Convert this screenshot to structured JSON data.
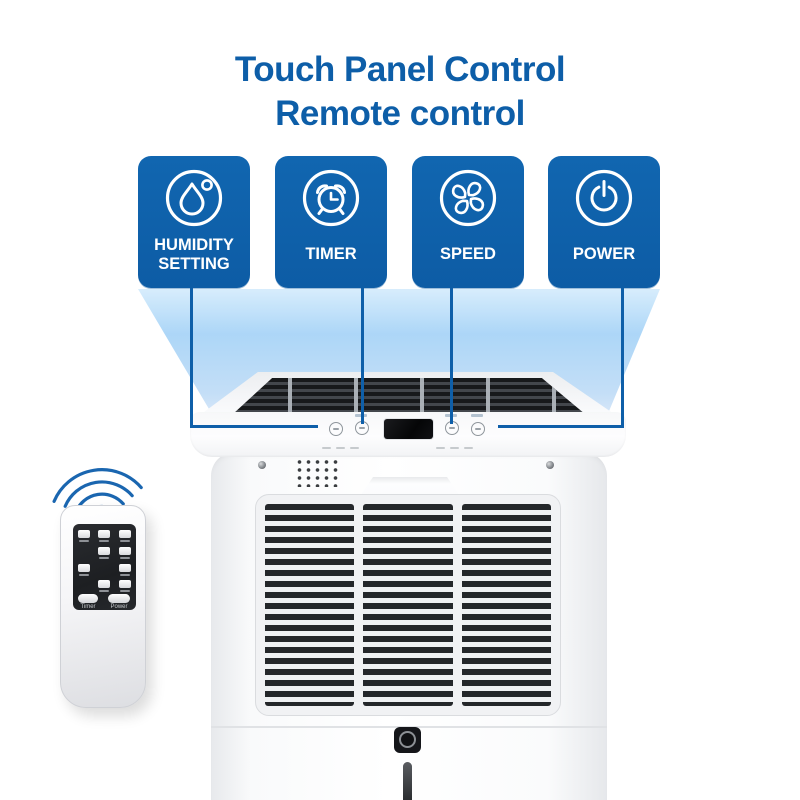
{
  "title": {
    "line1": "Touch Panel Control",
    "line2": "Remote control"
  },
  "features": [
    {
      "label": "HUMIDITY SETTING",
      "icon": "water-drop-icon"
    },
    {
      "label": "TIMER",
      "icon": "alarm-clock-icon"
    },
    {
      "label": "SPEED",
      "icon": "fan-icon"
    },
    {
      "label": "POWER",
      "icon": "power-icon"
    }
  ],
  "remote": {
    "labels": {
      "timer": "Timer",
      "power": "Power"
    }
  },
  "machine": {
    "display": "blank-black-led-display"
  },
  "colors": {
    "accent_blue": "#0D5EA8",
    "box_blue": "#0E60AA",
    "beam_blue": "#9ECFF6",
    "line_blue": "#0E5FA9",
    "slat_black": "#24272A",
    "body_white": "#FAFBFC"
  }
}
